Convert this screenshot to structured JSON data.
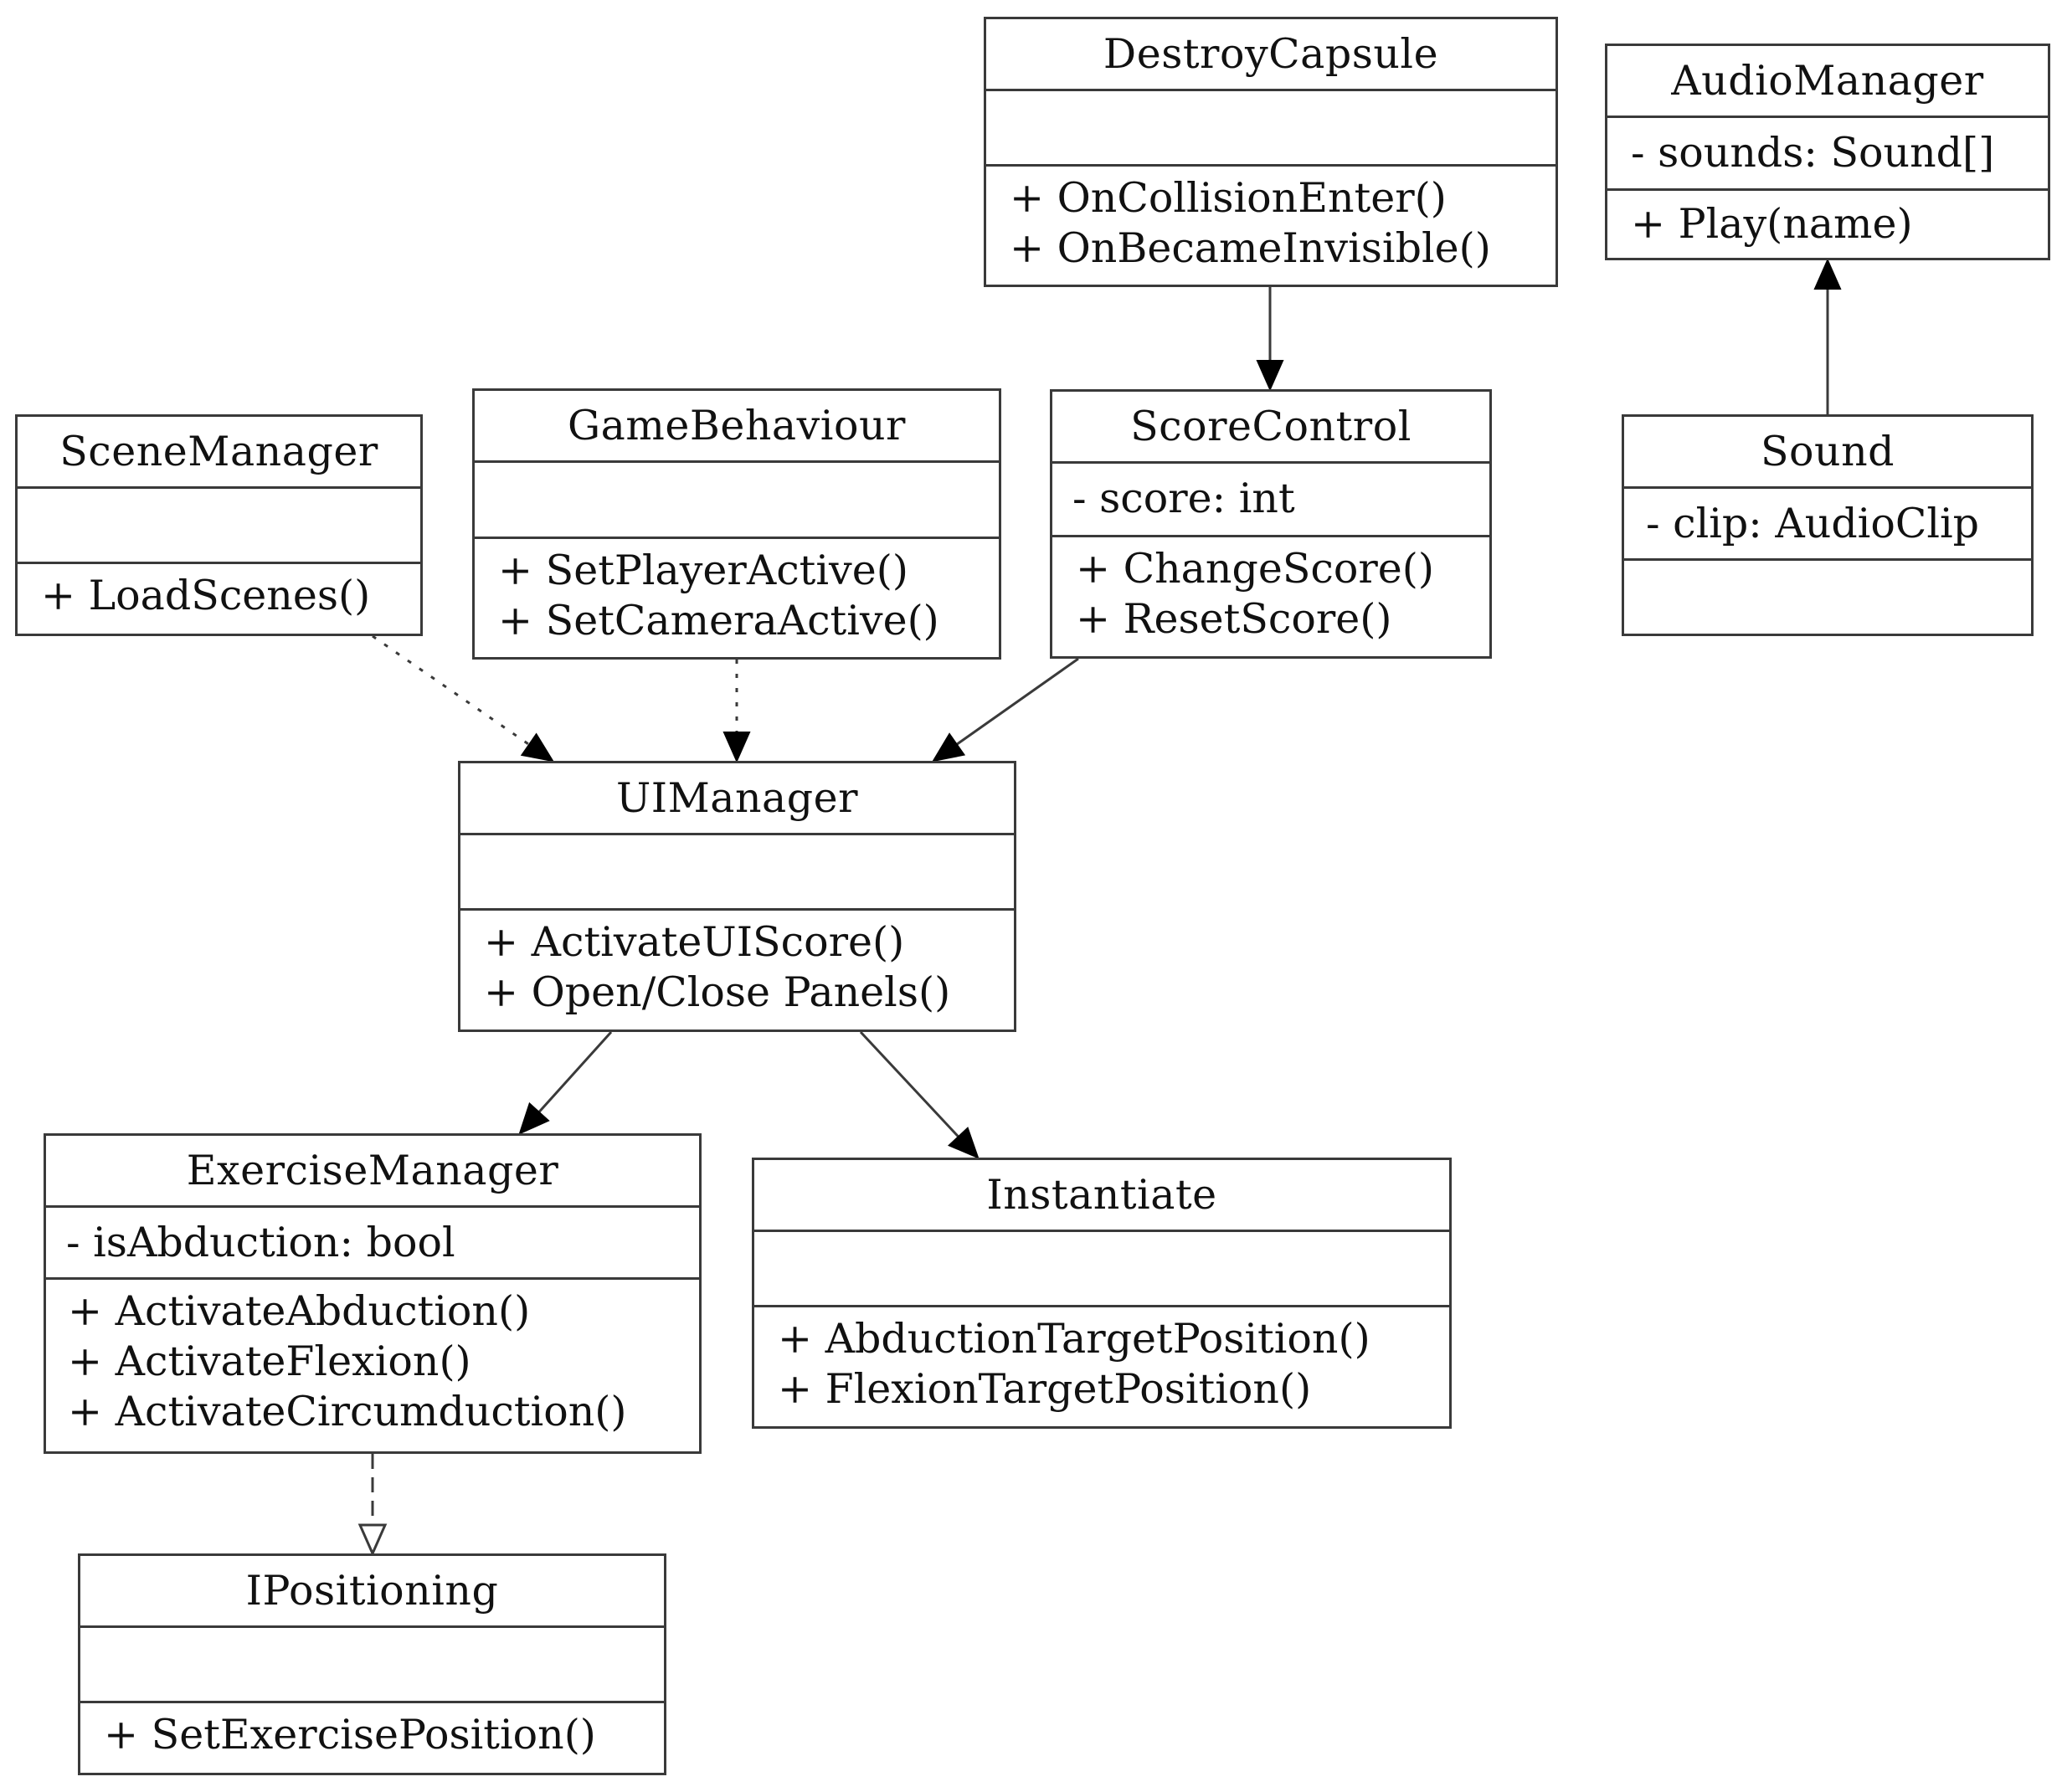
{
  "diagram": {
    "classes": [
      {
        "id": "destroy-capsule",
        "name": "DestroyCapsule",
        "attributes": [],
        "methods": [
          "+ OnCollisionEnter()",
          "+ OnBecameInvisible()"
        ]
      },
      {
        "id": "audio-manager",
        "name": "AudioManager",
        "attributes": [
          "- sounds: Sound[]"
        ],
        "methods": [
          "+ Play(name)"
        ]
      },
      {
        "id": "scene-manager",
        "name": "SceneManager",
        "attributes": [],
        "methods": [
          "+ LoadScenes()"
        ]
      },
      {
        "id": "game-behaviour",
        "name": "GameBehaviour",
        "attributes": [],
        "methods": [
          "+ SetPlayerActive()",
          "+ SetCameraActive()"
        ]
      },
      {
        "id": "score-control",
        "name": "ScoreControl",
        "attributes": [
          "- score: int"
        ],
        "methods": [
          "+ ChangeScore()",
          "+ ResetScore()"
        ]
      },
      {
        "id": "sound",
        "name": "Sound",
        "attributes": [
          "- clip: AudioClip"
        ],
        "methods": []
      },
      {
        "id": "ui-manager",
        "name": "UIManager",
        "attributes": [],
        "methods": [
          "+ ActivateUIScore()",
          "+ Open/Close Panels()"
        ]
      },
      {
        "id": "exercise-manager",
        "name": "ExerciseManager",
        "attributes": [
          "- isAbduction: bool"
        ],
        "methods": [
          "+ ActivateAbduction()",
          "+ ActivateFlexion()",
          "+ ActivateCircumduction()"
        ]
      },
      {
        "id": "instantiate",
        "name": "Instantiate",
        "attributes": [],
        "methods": [
          "+ AbductionTargetPosition()",
          "+ FlexionTargetPosition()"
        ]
      },
      {
        "id": "ipositioning",
        "name": "IPositioning",
        "attributes": [],
        "methods": [
          "+ SetExercisePosition()"
        ]
      }
    ],
    "relationships": [
      {
        "from": "destroy-capsule",
        "to": "score-control",
        "kind": "association"
      },
      {
        "from": "sound",
        "to": "audio-manager",
        "kind": "association"
      },
      {
        "from": "scene-manager",
        "to": "ui-manager",
        "kind": "dependency"
      },
      {
        "from": "game-behaviour",
        "to": "ui-manager",
        "kind": "dependency"
      },
      {
        "from": "score-control",
        "to": "ui-manager",
        "kind": "association"
      },
      {
        "from": "ui-manager",
        "to": "exercise-manager",
        "kind": "association"
      },
      {
        "from": "ui-manager",
        "to": "instantiate",
        "kind": "association"
      },
      {
        "from": "exercise-manager",
        "to": "ipositioning",
        "kind": "realization"
      }
    ],
    "line_color": "#3a3a3a"
  }
}
